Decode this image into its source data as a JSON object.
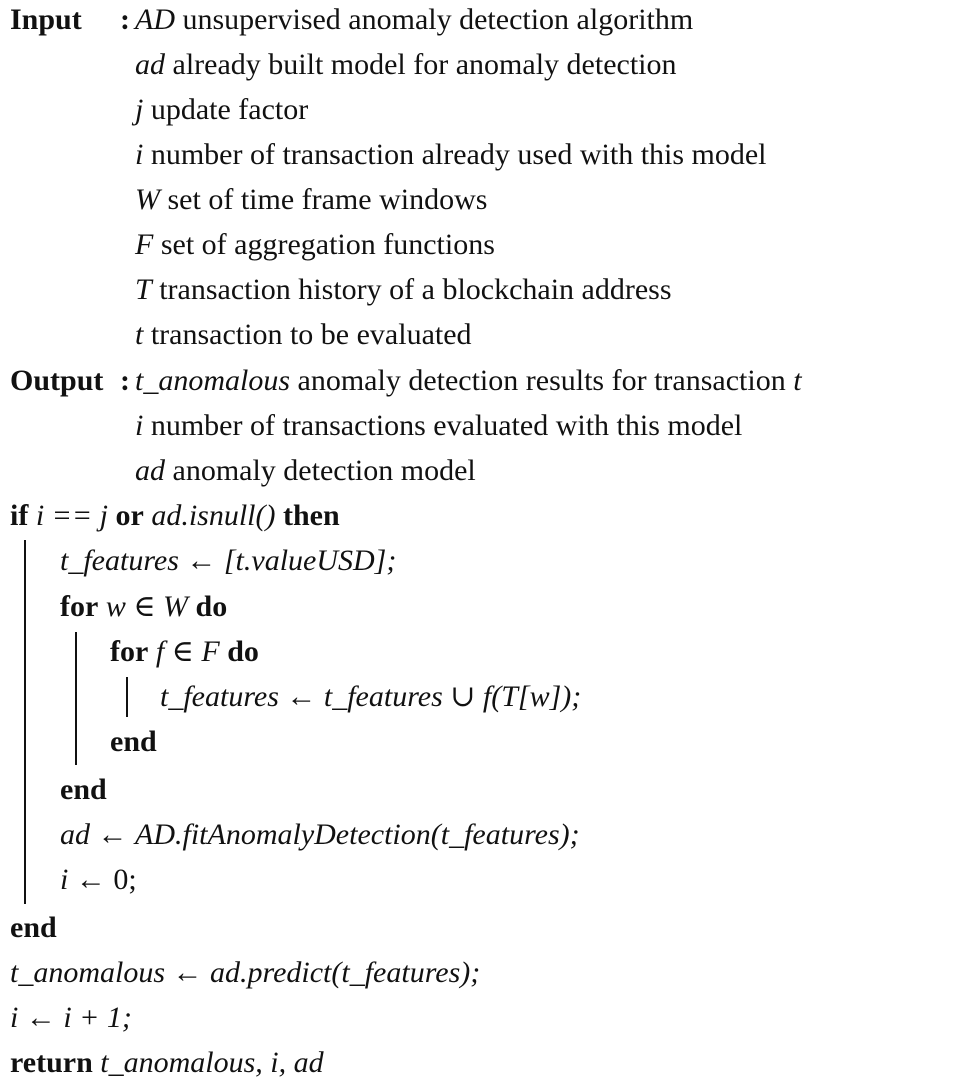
{
  "algorithm": {
    "input_label": "Input",
    "output_label": "Output",
    "colon": ":",
    "inputs": [
      {
        "sym": "AD",
        "desc": "unsupervised anomaly detection algorithm"
      },
      {
        "sym": "ad",
        "desc": "already built model for anomaly detection"
      },
      {
        "sym": "j",
        "desc": "update factor"
      },
      {
        "sym": "i",
        "desc": "number of transaction already used with this model"
      },
      {
        "sym": "W",
        "desc": "set of time frame windows"
      },
      {
        "sym": "F",
        "desc": "set of aggregation functions"
      },
      {
        "sym": "T",
        "desc": "transaction history of a blockchain address"
      },
      {
        "sym": "t",
        "desc": "transaction to be evaluated"
      }
    ],
    "outputs": [
      {
        "sym": "t_anomalous",
        "desc": "anomaly detection results for transaction",
        "tail": "t"
      },
      {
        "sym": "i",
        "desc": "number of transactions evaluated with this model",
        "tail": ""
      },
      {
        "sym": "ad",
        "desc": "anomaly detection model",
        "tail": ""
      }
    ],
    "kw": {
      "if": "if",
      "or": "or",
      "then": "then",
      "for": "for",
      "do": "do",
      "end": "end",
      "return": "return"
    },
    "code": {
      "if_cond_a": "i == j",
      "if_cond_b": "ad.isnull()",
      "init_lhs": "t_features",
      "init_rhs": "[t.valueUSD];",
      "for_outer": "w ∈ W",
      "for_inner": "f ∈ F",
      "union_lhs": "t_features",
      "union_rhs": "t_features ∪ f(T[w]);",
      "fit_lhs": "ad",
      "fit_rhs": "AD.fitAnomalyDetection(t_features);",
      "reset_lhs": "i",
      "reset_rhs": "0;",
      "predict_lhs": "t_anomalous",
      "predict_rhs": "ad.predict(t_features);",
      "inc_lhs": "i",
      "inc_rhs": "i + 1;",
      "return_vals": "t_anomalous, i, ad",
      "arrow": "←"
    }
  }
}
